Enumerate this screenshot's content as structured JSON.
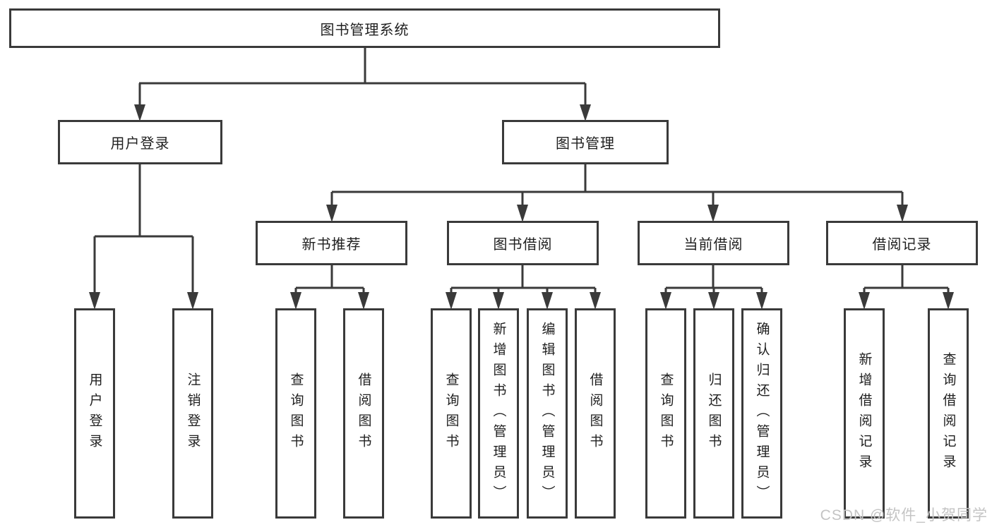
{
  "diagram": {
    "type": "hierarchy-tree",
    "root": {
      "label": "图书管理系统"
    },
    "branches": [
      {
        "label": "用户登录",
        "children": [
          {
            "label": "用户登录"
          },
          {
            "label": "注销登录"
          }
        ]
      },
      {
        "label": "图书管理",
        "children": [
          {
            "label": "新书推荐",
            "children": [
              {
                "label": "查询图书"
              },
              {
                "label": "借阅图书"
              }
            ]
          },
          {
            "label": "图书借阅",
            "children": [
              {
                "label": "查询图书"
              },
              {
                "label": "新增图书（管理员）"
              },
              {
                "label": "编辑图书（管理员）"
              },
              {
                "label": "借阅图书"
              }
            ]
          },
          {
            "label": "当前借阅",
            "children": [
              {
                "label": "查询图书"
              },
              {
                "label": "归还图书"
              },
              {
                "label": "确认归还（管理员）"
              }
            ]
          },
          {
            "label": "借阅记录",
            "children": [
              {
                "label": "新增借阅记录"
              },
              {
                "label": "查询借阅记录"
              }
            ]
          }
        ]
      }
    ]
  },
  "watermark": {
    "text": "CSDN @软件_小贺同学"
  },
  "colors": {
    "line": "#3a3a3a",
    "box_border": "#3a3a3a",
    "text": "#1f1f1f",
    "watermark": "#c4c4c4",
    "background": "#ffffff"
  }
}
